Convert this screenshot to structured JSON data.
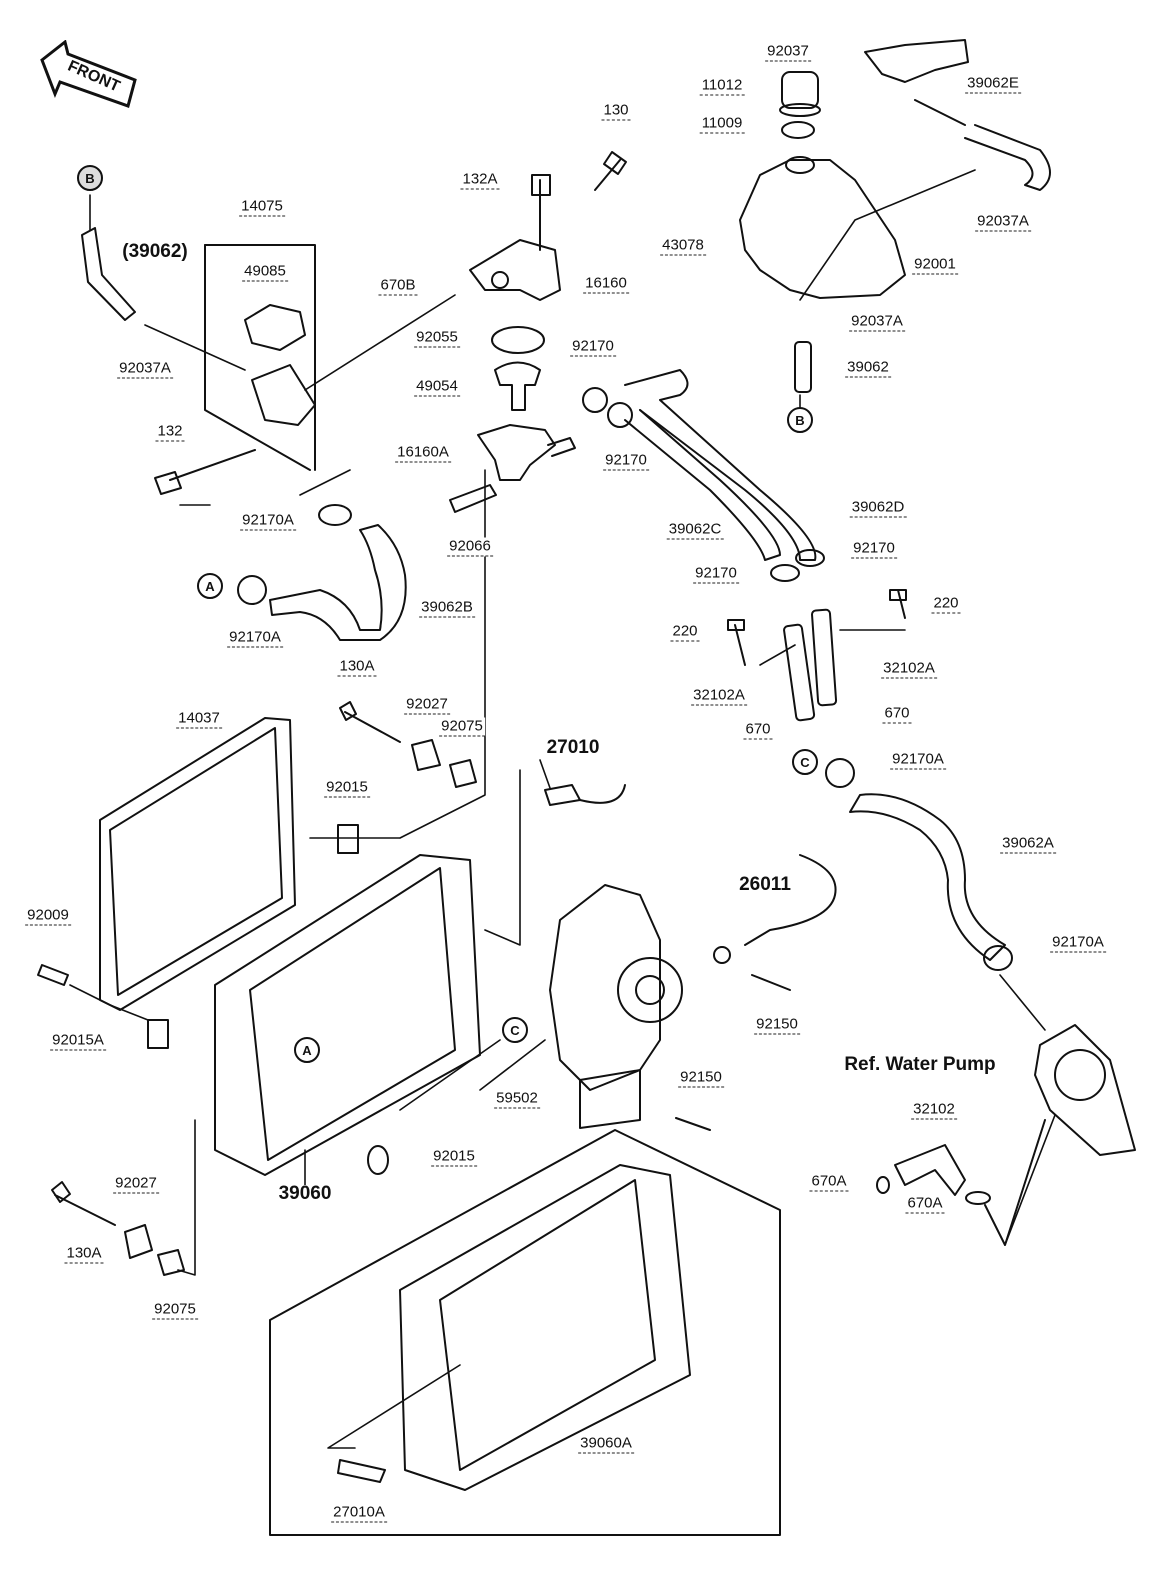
{
  "front_label": "FRONT",
  "reference_label": "Ref. Water Pump",
  "circle_markers": [
    {
      "text": "B",
      "id": "b-top"
    },
    {
      "text": "B",
      "id": "b-tank"
    },
    {
      "text": "A",
      "id": "a-hose"
    },
    {
      "text": "A",
      "id": "a-radiator"
    },
    {
      "text": "C",
      "id": "c-hose"
    },
    {
      "text": "C",
      "id": "c-radiator"
    }
  ],
  "parts": {
    "p92037": "92037",
    "p11012": "11012",
    "p11009": "11009",
    "p39062E": "39062E",
    "p92037A_tank": "92037A",
    "p43078": "43078",
    "p92001": "92001",
    "p92037A_lower": "92037A",
    "p39062": "39062",
    "p130": "130",
    "p132A": "132A",
    "p16160": "16160",
    "p670B": "670B",
    "p92055": "92055",
    "p49054": "49054",
    "p92170_a": "92170",
    "p92170_b": "92170",
    "p16160A": "16160A",
    "p92066": "92066",
    "p39062D": "39062D",
    "p39062C": "39062C",
    "p92170_c": "92170",
    "p92170_d": "92170",
    "p14075": "14075",
    "p49085": "49085",
    "p39062_paren": "(39062)",
    "p92037A_left": "92037A",
    "p132": "132",
    "p92170A_top": "92170A",
    "p92170A_left": "92170A",
    "p39062B": "39062B",
    "p220_right": "220",
    "p220_left": "220",
    "p32102A_right": "32102A",
    "p32102A_left": "32102A",
    "p670_right": "670",
    "p670_left": "670",
    "p92170A_mid": "92170A",
    "p39062A": "39062A",
    "p92170A_right": "92170A",
    "p130A_top": "130A",
    "p92027_top": "92027",
    "p92075_top": "92075",
    "p27010": "27010",
    "p14037": "14037",
    "p92015_top": "92015",
    "p26011": "26011",
    "p92009": "92009",
    "p92015A": "92015A",
    "p92150_a": "92150",
    "p92150_b": "92150",
    "p59502": "59502",
    "p32102": "32102",
    "p670A_a": "670A",
    "p670A_b": "670A",
    "p92015_bottom": "92015",
    "p39060": "39060",
    "p92027_bottom": "92027",
    "p130A_bottom": "130A",
    "p92075_bottom": "92075",
    "p39060A": "39060A",
    "p27010A": "27010A"
  }
}
